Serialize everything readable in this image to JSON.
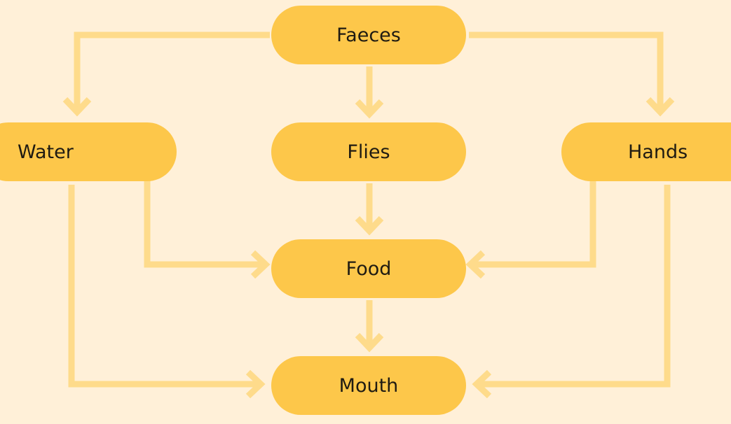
{
  "colors": {
    "background": "#fff0d8",
    "node_fill": "#fdc74a",
    "connector": "#fedb8b",
    "text": "#1f1b12"
  },
  "nodes": {
    "faeces": "Faeces",
    "water": "Water",
    "flies": "Flies",
    "hands": "Hands",
    "food": "Food",
    "mouth": "Mouth"
  },
  "edges": [
    {
      "from": "faeces",
      "to": "water"
    },
    {
      "from": "faeces",
      "to": "flies"
    },
    {
      "from": "faeces",
      "to": "hands"
    },
    {
      "from": "water",
      "to": "food"
    },
    {
      "from": "water",
      "to": "mouth"
    },
    {
      "from": "flies",
      "to": "food"
    },
    {
      "from": "hands",
      "to": "food"
    },
    {
      "from": "hands",
      "to": "mouth"
    },
    {
      "from": "food",
      "to": "mouth"
    }
  ]
}
